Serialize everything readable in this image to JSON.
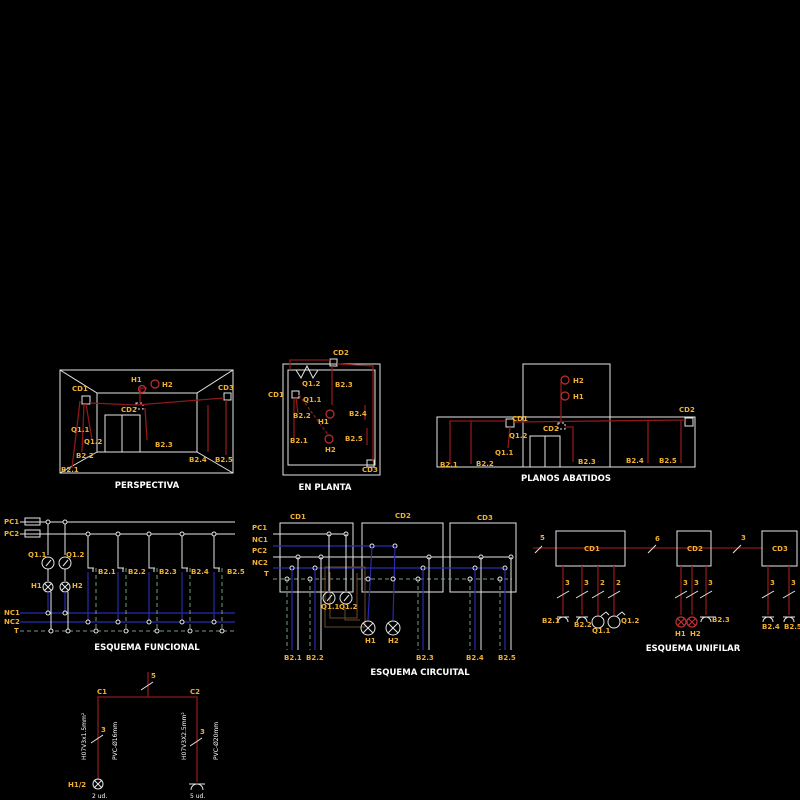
{
  "colors": {
    "background": "#000000",
    "lines": "#e6e6e6",
    "wiring": "#8e1818",
    "neutral": "#2a2ab0",
    "labels": "#f0b030",
    "earth": "#7a9a7a"
  },
  "perspectiva": {
    "title": "PERSPECTIVA",
    "labels": [
      "CD1",
      "CD2",
      "CD3",
      "H1",
      "H2",
      "Q1.1",
      "Q1.2",
      "B2.1",
      "B2.2",
      "B2.3",
      "B2.4",
      "B2.5"
    ]
  },
  "planta": {
    "title": "EN PLANTA",
    "labels": [
      "CD1",
      "CD2",
      "CD3",
      "Q1.1",
      "Q1.2",
      "B2.1",
      "B2.2",
      "B2.3",
      "B2.4",
      "B2.5",
      "H1",
      "H2"
    ]
  },
  "abatidos": {
    "title": "PLANOS ABATIDOS",
    "labels": [
      "CD1",
      "CD2",
      "CD2",
      "H1",
      "H2",
      "Q1.1",
      "Q1.2",
      "B2.1",
      "B2.2",
      "B2.3",
      "B2.4",
      "B2.5"
    ]
  },
  "funcional": {
    "title": "ESQUEMA FUNCIONAL",
    "buses": [
      "PC1",
      "PC2",
      "NC1",
      "NC2",
      "T"
    ],
    "switches": [
      "Q1.1",
      "Q1.2"
    ],
    "lamps": [
      "H1",
      "H2"
    ],
    "sockets": [
      "B2.1",
      "B2.2",
      "B2.3",
      "B2.4",
      "B2.5"
    ]
  },
  "circuital": {
    "title": "ESQUEMA CIRCUITAL",
    "boxes": [
      "CD1",
      "CD2",
      "CD3"
    ],
    "buses": [
      "PC1",
      "NC1",
      "PC2",
      "NC2",
      "T"
    ],
    "switches": [
      "Q1.1",
      "Q1.2"
    ],
    "lamps": [
      "H1",
      "H2"
    ],
    "sockets": [
      "B2.1",
      "B2.2",
      "B2.3",
      "B2.4",
      "B2.5"
    ]
  },
  "unifilar": {
    "title": "ESQUEMA UNIFILAR",
    "boxes": [
      "CD1",
      "CD2",
      "CD3"
    ],
    "links": [
      "5",
      "6",
      "3"
    ],
    "cd1_wires": [
      "3",
      "3",
      "2",
      "2"
    ],
    "cd2_wires": [
      "3",
      "3",
      "3"
    ],
    "cd3_wires": [
      "3",
      "3"
    ],
    "loads": [
      "B2.1",
      "B2.2",
      "Q1.1",
      "Q1.2",
      "H1",
      "H2",
      "B2.3",
      "B2.4",
      "B2.5"
    ]
  },
  "distribution": {
    "feed": "5",
    "c1": "C1",
    "c2": "C2",
    "c1_wires": "3",
    "c2_wires": "3",
    "c1_cable": "H07V3x1.5mm²",
    "c1_tube": "PVC-Ø16mm",
    "c2_cable": "H07V3X2.5mm²",
    "c2_tube": "PVC-Ø20mm",
    "c1_load": "H1/2",
    "c1_qty": "2 ud.",
    "c2_qty": "5 ud."
  }
}
